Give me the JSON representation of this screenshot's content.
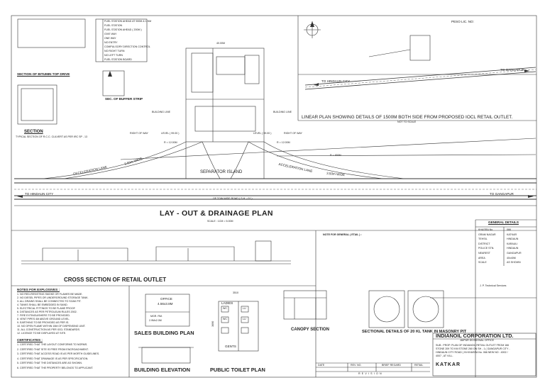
{
  "drawing": {
    "main_title": "LAY - OUT & DRAINAGE PLAN",
    "main_scale": "SCALE : 1CM = 5.00M",
    "separator_island": "SEPARATOR ISLAND",
    "deceleration_lane": "DECELERATION LANE",
    "deceleration_width": "3.50m WIDE",
    "acceleration_lane": "ACCELERATION LANE",
    "acceleration_width": "3.50m WIDE",
    "to_hindaun_city": "TO HINDAUN CITY",
    "to_gangapur": "TO GANGAPUR",
    "row_text": "RIGHT OF WAY",
    "of_row_label": "OF TOW WIDE ROAD ( S.H. - 01 )",
    "building_line": "BUILDING LINE",
    "level_left": "LEVEL ( 99.00 )",
    "level_right": "LEVEL ( 99.00 )",
    "radius_left": "R = 12.00M",
    "radius_right": "R = 12.00M",
    "radius_650": "R = 650M",
    "width_label": "40.00M",
    "sec_bitumin": "SECTION OF BITUMIN TOP DRIVE",
    "sec_buffer": "SEC. OF BUFFER STRIP",
    "section_label": "SECTION",
    "typical_section": "TYPICAL SECTION OF R.C.C. CULVERT AS PER IRC SP - 13",
    "linear_plan": "LINEAR PLAN SHOWING DETAILS OF 1500M BOTH SIDE FROM PROPOSED IOCL RETAIL OUTLET.",
    "not_to_scale": "NOT TO SCALE",
    "to_hindaun_upper": "TO HINDAUN CITY",
    "to_gangapur_upper": "TO GANGAPUR",
    "peso_lic": "PESO LIC. NO:",
    "cross_section": "CROSS SECTION OF RETAIL OUTLET",
    "notes_explosives": "NOTES FOR EXPLOSIVES :",
    "certificates": "CERTIFICATES :",
    "sales_building": "SALES BUILDING PLAN",
    "building_elevation": "BUILDING ELEVATION",
    "public_toilet": "PUBLIC TOILET PLAN",
    "canopy_section": "CANOPY SECTION",
    "sectional_tank": "SECTIONAL DETAILS OF 20 KL TANK IN MASONRY PIT",
    "office_label": "OFFICE",
    "office_size": "4.56x3.8M",
    "mgr_rm": "MGR. RM.",
    "mgr_size": "2.9Mx2.0M",
    "ladies": "LADIES",
    "gents": "GENTS",
    "wc": "WC",
    "lu": "LU",
    "toilet_dim_top": "3510",
    "toilet_dim_side": "3690",
    "notes_general": "NOTE FOR GENERAL ( ETAIL ) :",
    "general_details": "GENERAL DETAILS",
    "company": "INDIANOIL CORPORATION LTD.",
    "division": "JAIPUR DIVISIONAL OFFICE",
    "subject": "SUB : PROP. PLAN OF INDIANOIL RETAIL OUTLET FROM 166 STONE 209 TO KM STONE 260 ON SH - 1 ( GANGAPUR CITY - HINDAUN CITY ROAD ) IN KHASRA No. 066 NEW NO : 4002 / 4007 , AT VILL.",
    "village": "KATKAR",
    "revision": "R E V I S I O N",
    "date_label": "DATE",
    "rev_label": "REV. NO.",
    "brief_label": "BRIEF REGARD",
    "retail_label": "RETAIL",
    "pump_legend": [
      "FUEL STATION AHEAD AT 900M & 1 KM",
      "FUEL STATION",
      "FUEL STATION AHEAD ( 200M )",
      "GIVE WAY",
      "ONE WAY",
      "NO ENTRY",
      "COMPULSORY DIRECTION CONTROL",
      "NO RIGHT TURN",
      "NO LEFT TURN",
      "FUEL STATION BOARD"
    ],
    "general_rows": [
      [
        "KHASRA No.",
        "066"
      ],
      [
        "GRAM NAGAR",
        "KATKAR"
      ],
      [
        "TEHSIL",
        "HINDAUN"
      ],
      [
        "DISTRICT",
        "KARAULI"
      ],
      [
        "POLICE STN.",
        "HINDAUN"
      ],
      [
        "NEAREST",
        "GANGAPUR"
      ],
      [
        "AREA",
        "40x40M"
      ],
      [
        "SCALE",
        "AS SHOWN"
      ]
    ],
    "prepared_by": "J. P. Technical Services",
    "notes_lines": [
      "1. NO RED-RESISTING SMOKE OR FLAMES BE MADE.",
      "2. NO DIESEL PIPES OR UNDERGROUND STORAGE TANK.",
      "3. ALL DRAINS SHALL BE CONNECTED TO SOAK PIT.",
      "4. TANKS SHALL BE EMBEDDED IN SAND.",
      "5. ELECTRICAL FITTINGS TO BE FLAME PROOF.",
      "6. DISTANCES AS PER PETROLEUM RULES 2002.",
      "7. FIRE EXTINGUISHERS TO BE PROVIDED.",
      "8. VENT PIPES 4M ABOVE GROUND LEVEL.",
      "9. EARTHING TO BE PROVIDED AS PER IS.",
      "10. NO OPEN FLAME WITHIN 15M OF DISPENSING UNIT.",
      "11. ALL CONSTRUCTION AS PER IOCL STANDARDS.",
      "12. LICENCE TO BE DISPLAYED AT SITE."
    ],
    "cert_lines": [
      "1. CERTIFIED THAT THE LAYOUT CONFORMS TO NORMS.",
      "2. CERTIFIED THAT SITE IS FREE FROM ENCROACHMENT.",
      "3. CERTIFIED THAT ACCESS ROAD IS AS PER MORTH GUIDELINES.",
      "4. CERTIFIED THAT DRAINAGE IS AS PER SPECIFICATION.",
      "5. CERTIFIED THAT THE DISTANCES ARE AS SHOWN.",
      "6. CERTIFIED THAT THE PROPERTY BELONGS TO APPLICANT."
    ]
  }
}
